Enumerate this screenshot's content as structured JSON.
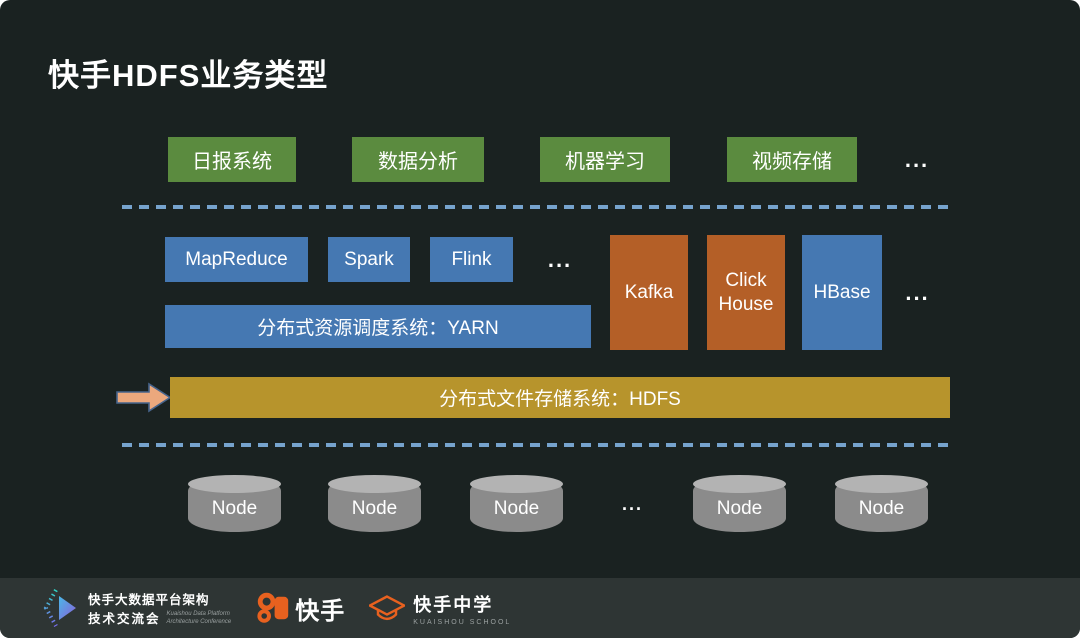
{
  "title": "快手HDFS业务类型",
  "business_apps": {
    "items": [
      "日报系统",
      "数据分析",
      "机器学习",
      "视频存储"
    ],
    "more": "..."
  },
  "compute_engines": {
    "items": [
      "MapReduce",
      "Spark",
      "Flink"
    ],
    "more": "..."
  },
  "storage_systems": {
    "kafka": "Kafka",
    "clickhouse": "Click House",
    "hbase": "HBase",
    "more": "..."
  },
  "yarn": {
    "label": "分布式资源调度系统：YARN"
  },
  "hdfs": {
    "label": "分布式文件存储系统：HDFS"
  },
  "nodes": {
    "label": "Node",
    "more": "..."
  },
  "footer": {
    "conference": {
      "line1": "快手大数据平台架构",
      "line2": "技术交流会",
      "sub1": "Kuaishou Data Platform",
      "sub2": "Architecture Conference"
    },
    "kuaishou": "快手",
    "school": {
      "name": "快手中学",
      "sub": "KUAISHOU SCHOOL"
    }
  },
  "colors": {
    "background": "#1a2221",
    "green": "#5b8b3f",
    "blue": "#4578b2",
    "orange": "#b45f27",
    "gold": "#b7942c",
    "dash_blue": "#76a3cd",
    "node_gray": "#8b8b8b",
    "arrow_fill": "#eba87d",
    "brand_orange": "#e8611f",
    "footer_bg": "#2e3534"
  }
}
